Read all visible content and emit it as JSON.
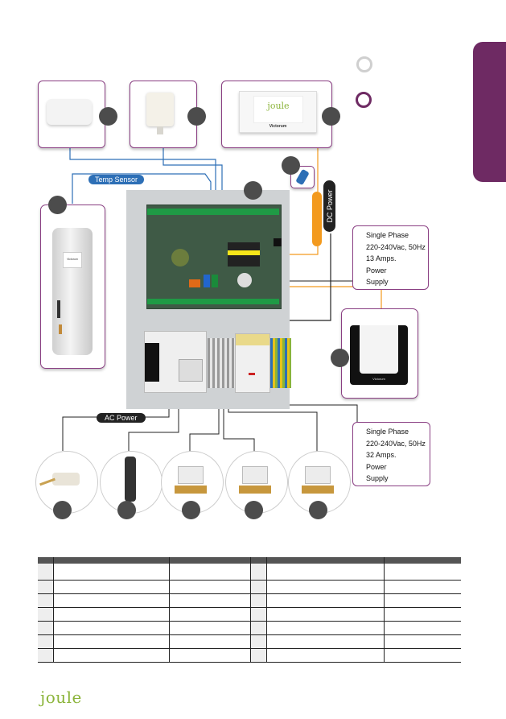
{
  "colors": {
    "brand": "#6e2a63",
    "wire_blue": "#2d6fb6",
    "wire_orange": "#f39a1e",
    "wire_black": "#222222"
  },
  "labels": {
    "temp_sensor": "Temp Sensor",
    "dc_power": "DC Power",
    "ac_power": "AC Power"
  },
  "devices": {
    "screen_logo": "joule",
    "screen_brand": "Victorum",
    "cylinder_brand": "Victorum",
    "heatpump_brand": "Victorum"
  },
  "supply_top": [
    "Single Phase",
    "220-240Vac, 50Hz",
    "13 Amps.",
    "Power",
    "Supply"
  ],
  "supply_bottom": [
    "Single Phase",
    "220-240Vac, 50Hz",
    "32 Amps.",
    "Power",
    "Supply"
  ],
  "footer": {
    "logo": "joule"
  }
}
